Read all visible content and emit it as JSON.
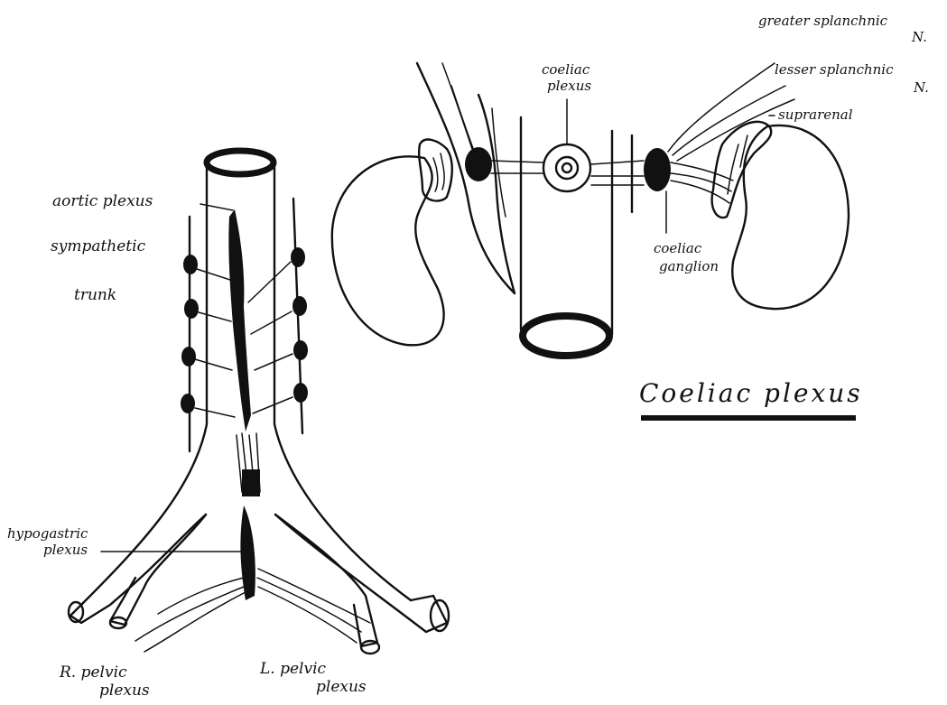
{
  "diagram": {
    "title": "Coeliac plexus",
    "colors": {
      "ink": "#111111",
      "paper": "#ffffff"
    },
    "labels": {
      "aortic_plexus": "aortic plexus",
      "sympathetic": "sympathetic",
      "trunk": "trunk",
      "hypogastric": "hypogastric",
      "plexus_hypo": "plexus",
      "r_pelvic": "R. pelvic",
      "r_pelvic_plexus": "plexus",
      "l_pelvic": "L. pelvic",
      "l_pelvic_plexus": "plexus",
      "coeliac": "coeliac",
      "coeliac_plexus": "plexus",
      "greater_splanchnic": "greater splanchnic",
      "greater_splanchnic_n": "N.",
      "lesser_splanchnic": "lesser splanchnic",
      "lesser_splanchnic_n": "N.",
      "suprarenal": "suprarenal",
      "coeliac_g": "coeliac",
      "ganglion": "ganglion"
    }
  }
}
